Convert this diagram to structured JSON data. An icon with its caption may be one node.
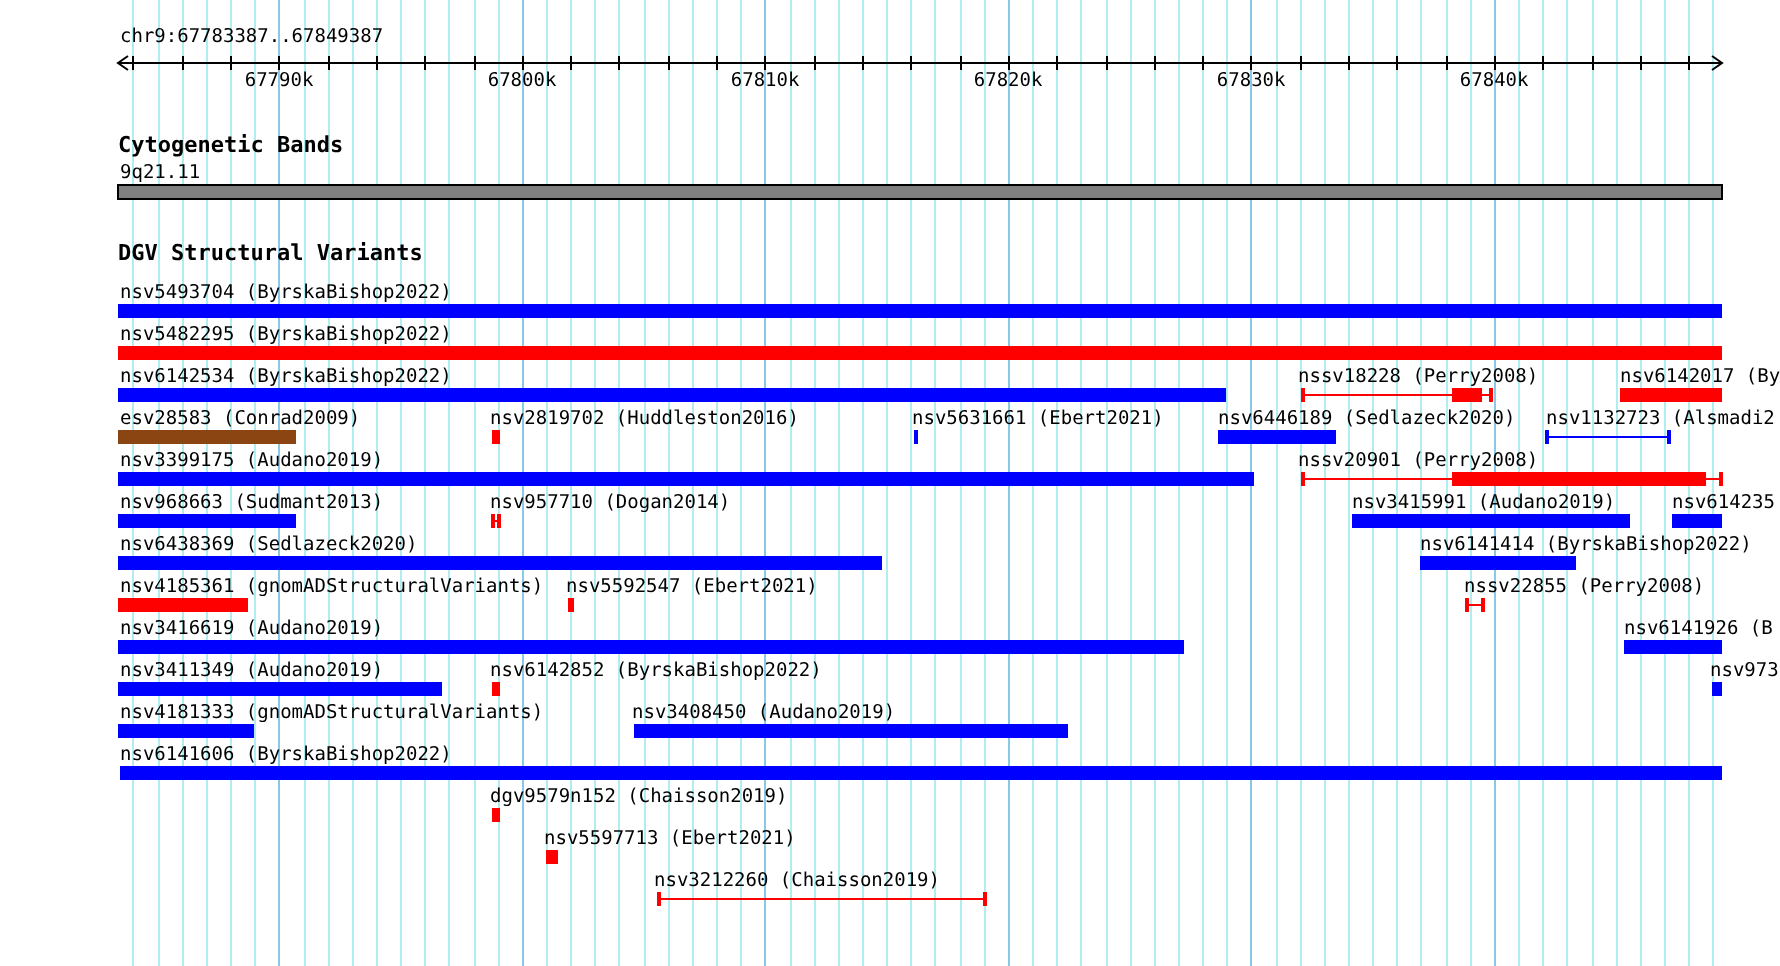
{
  "diagram": {
    "labels": [
      "chr9:67783387..67849387",
      "67790k",
      "67800k",
      "67810k",
      "67820k",
      "67830k",
      "67840k",
      "Cytogenetic Bands",
      "9q21.11",
      "DGV Structural Variants",
      "nsv5493704 (ByrskaBishop2022)",
      "nsv5482295 (ByrskaBishop2022)",
      "nsv6142534 (ByrskaBishop2022)",
      "nssv18228 (Perry2008)",
      "nsv6142017 (By",
      "esv28583 (Conrad2009)",
      "nsv2819702 (Huddleston2016)",
      "nsv5631661 (Ebert2021)",
      "nsv6446189 (Sedlazeck2020)",
      "nsv1132723 (Alsmadi2",
      "nsv3399175 (Audano2019)",
      "nssv20901 (Perry2008)",
      "nsv968663 (Sudmant2013)",
      "nsv957710 (Dogan2014)",
      "nsv3415991 (Audano2019)",
      "nsv614235",
      "nsv6438369 (Sedlazeck2020)",
      "nsv6141414 (ByrskaBishop2022)",
      "nsv4185361 (gnomADStructuralVariants)",
      "nsv5592547 (Ebert2021)",
      "nssv22855 (Perry2008)",
      "nsv3416619 (Audano2019)",
      "nsv6141926 (B",
      "nsv3411349 (Audano2019)",
      "nsv6142852 (ByrskaBishop2022)",
      "nsv973",
      "nsv4181333 (gnomADStructuralVariants)",
      "nsv3408450 (Audano2019)",
      "nsv6141606 (ByrskaBishop2022)",
      "dgv9579n152 (Chaisson2019)",
      "nsv5597713 (Ebert2021)",
      "nsv3212260 (Chaisson2019)"
    ]
  }
}
